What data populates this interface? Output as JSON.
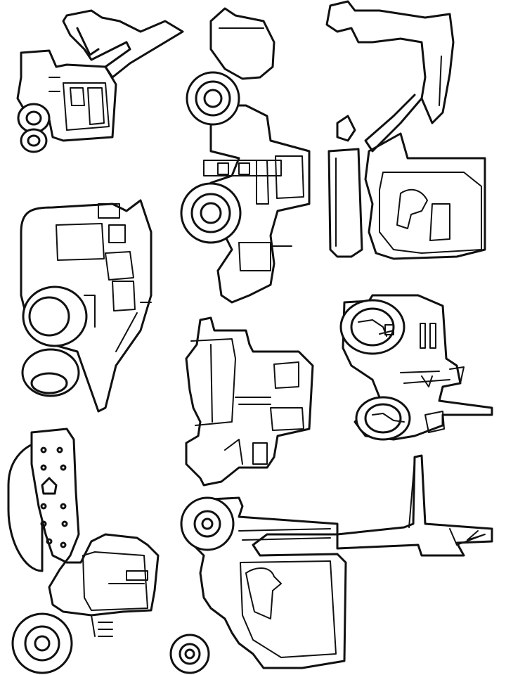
{
  "page": {
    "background_color": "#ffffff",
    "line_color": "#111111"
  },
  "illustrations": [
    {
      "id": "backhoe-loader",
      "icon": "backhoe-loader-icon"
    },
    {
      "id": "wheel-loader",
      "icon": "wheel-loader-icon"
    },
    {
      "id": "excavator",
      "icon": "excavator-icon"
    },
    {
      "id": "dump-truck",
      "icon": "dump-truck-icon"
    },
    {
      "id": "tandem-road-roller",
      "icon": "tandem-roller-icon"
    },
    {
      "id": "ride-on-roller",
      "icon": "ride-on-roller-icon"
    },
    {
      "id": "compactor-roller",
      "icon": "compactor-roller-icon"
    },
    {
      "id": "telescopic-forklift",
      "icon": "telehandler-icon"
    }
  ]
}
